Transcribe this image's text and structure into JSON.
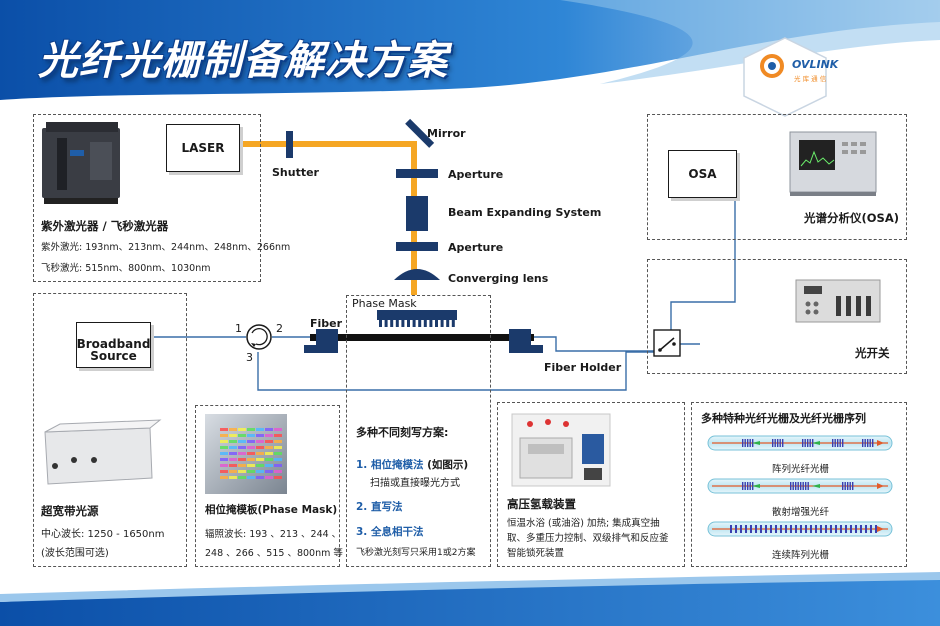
{
  "title": "光纤光栅制备解决方案",
  "logo": {
    "text": "OVLINK",
    "subtext": "光 库 通 信"
  },
  "laser_panel": {
    "laser_box": "LASER",
    "heading": "紫外激光器 / 飞秒激光器",
    "uv_line": "紫外激光: 193nm、213nm、244nm、248nm、266nm",
    "fs_line": "飞秒激光: 515nm、800nm、1030nm"
  },
  "optics": {
    "shutter": "Shutter",
    "mirror": "Mirror",
    "aperture_top": "Aperture",
    "beam_expanding": "Beam Expanding System",
    "aperture_bottom": "Aperture",
    "converging_lens": "Converging lens",
    "phase_mask": "Phase Mask",
    "fiber": "Fiber",
    "fiber_holder": "Fiber Holder"
  },
  "osa_panel": {
    "box": "OSA",
    "caption": "光谱分析仪(OSA)"
  },
  "switch_panel": {
    "caption": "光开关"
  },
  "source_panel": {
    "box_line1": "Broadband",
    "box_line2": "Source",
    "heading": "超宽带光源",
    "line1": "中心波长: 1250 - 1650nm",
    "line2": "(波长范围可选)"
  },
  "circulator": {
    "port1": "1",
    "port2": "2",
    "port3": "3"
  },
  "phase_mask_panel": {
    "heading": "相位掩模板(Phase Mask)",
    "line1": "辐照波长: 193 、213 、244 、",
    "line2": "248 、266 、515 、800nm 等"
  },
  "methods_panel": {
    "heading": "多种不同刻写方案:",
    "item1_title": "1. 相位掩模法",
    "item1_suffix": " (如图示)",
    "item1_desc": "扫描或直接曝光方式",
    "item2_title": "2. 直写法",
    "item3_title": "3. 全息相干法",
    "note": "飞秒激光刻写只采用1或2方案"
  },
  "hydrogen_panel": {
    "heading": "高压氢载装置",
    "line1": "恒温水浴 (或油浴) 加热; 集成真空抽",
    "line2": "取、多重压力控制、双级排气和反应釜",
    "line3": "智能锁死装置"
  },
  "grating_panel": {
    "heading": "多种特种光纤光栅及光纤光栅序列",
    "item1": "阵列光纤光栅",
    "item2": "散射增强光纤",
    "item3": "连续阵列光栅"
  },
  "colors": {
    "brand_blue": "#1f5ea8",
    "beam_orange": "#f5a623",
    "component_navy": "#1b3a6b",
    "fiber_line": "#3a6ea8"
  }
}
